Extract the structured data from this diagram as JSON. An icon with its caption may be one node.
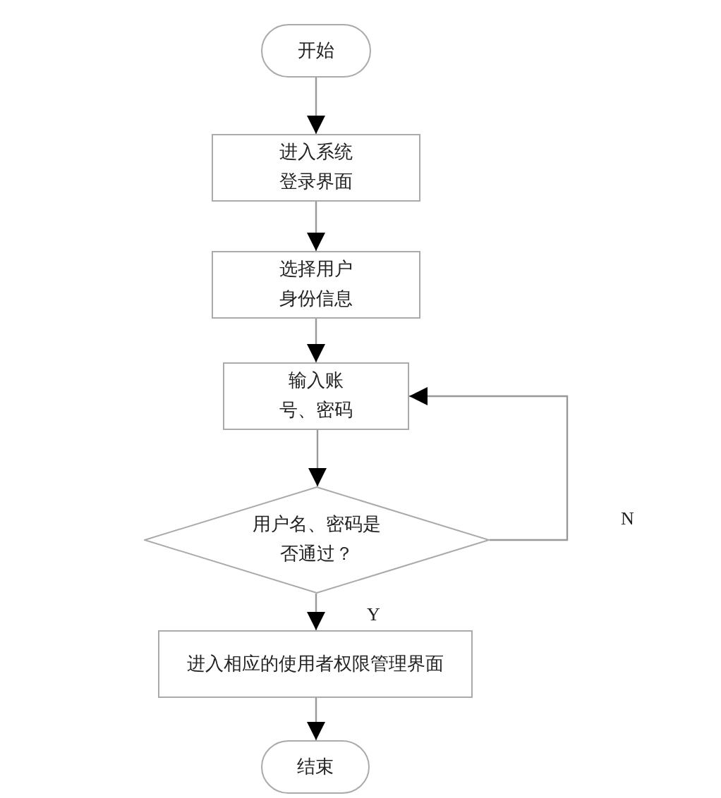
{
  "diagram": {
    "nodes": [
      {
        "text": [
          "开始"
        ]
      },
      {
        "text": [
          "进入系统登录界面"
        ]
      },
      {
        "text": [
          "选择用户身份信息"
        ]
      },
      {
        "text": [
          "输入账号、密码"
        ]
      },
      {
        "text": [
          "用户名、密码是否通过？"
        ]
      },
      {
        "text": [
          "进入相应的使用者权限管理界面"
        ]
      },
      {
        "text": [
          "结束"
        ]
      }
    ],
    "edges": [
      {
        "from": 0,
        "to": 1,
        "arrow": "to"
      },
      {
        "from": 1,
        "to": 2,
        "arrow": "to"
      },
      {
        "from": 2,
        "to": 3,
        "arrow": "to"
      },
      {
        "from": 3,
        "to": 4,
        "arrow": "to"
      },
      {
        "from": 4,
        "to": 3,
        "arrow": "to",
        "label": "N"
      },
      {
        "from": 4,
        "to": 5,
        "arrow": "to",
        "label": "Y"
      },
      {
        "from": 5,
        "to": 6,
        "arrow": "to"
      }
    ]
  }
}
